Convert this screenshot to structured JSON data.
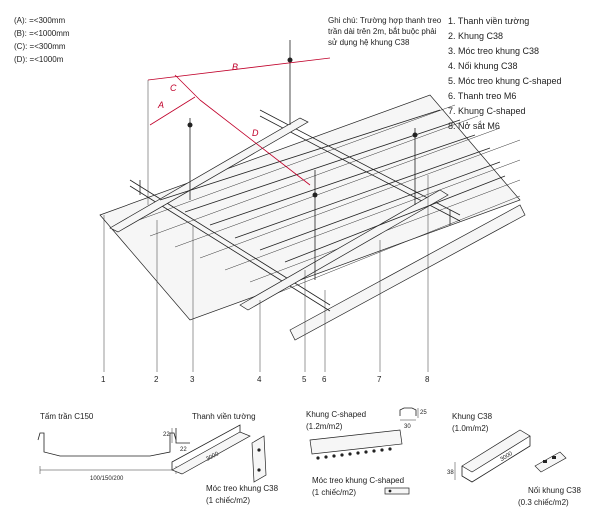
{
  "dimensions": [
    {
      "label": "(A): =<300mm"
    },
    {
      "label": "(B): =<1000mm"
    },
    {
      "label": "(C): =<300mm"
    },
    {
      "label": "(D): =<1000m"
    }
  ],
  "note": {
    "line1": "Ghi chú: Trường hợp thanh treo",
    "line2": "trần dài trên 2m, bắt buộc phải",
    "line3": "sử dụng hệ khung C38"
  },
  "legend": [
    {
      "label": "1. Thanh viền tường"
    },
    {
      "label": "2. Khung C38"
    },
    {
      "label": "3. Móc treo khung C38"
    },
    {
      "label": "4. Nối khung C38"
    },
    {
      "label": "5. Móc treo khung C-shaped"
    },
    {
      "label": "6. Thanh treo M6"
    },
    {
      "label": "7. Khung C-shaped"
    },
    {
      "label": "8. Nở sắt M6"
    }
  ],
  "dim_letters": {
    "a": "A",
    "b": "B",
    "c": "C",
    "d": "D"
  },
  "callouts": [
    {
      "label": "1"
    },
    {
      "label": "2"
    },
    {
      "label": "3"
    },
    {
      "label": "4"
    },
    {
      "label": "5"
    },
    {
      "label": "6"
    },
    {
      "label": "7"
    },
    {
      "label": "8"
    }
  ],
  "parts": {
    "c150": {
      "title": "Tấm trần C150",
      "size": "100/150/200"
    },
    "wall_trim": {
      "title": "Thanh viền tường",
      "h": "22",
      "w": "22",
      "len": "3000"
    },
    "c38_hanger": {
      "title": "Móc treo khung C38",
      "qty": "(1 chiếc/m2)"
    },
    "c_shaped": {
      "title": "Khung C-shaped",
      "qty": "(1.2m/m2)",
      "w": "30",
      "h": "25"
    },
    "c_shaped_hanger": {
      "title": "Móc treo khung C-shaped",
      "qty": "(1 chiếc/m2)"
    },
    "c38": {
      "title": "Khung C38",
      "qty": "(1.0m/m2)",
      "w": "38",
      "len": "3000"
    },
    "c38_joint": {
      "title": "Nối khung C38",
      "qty": "(0.3 chiếc/m2)"
    }
  }
}
